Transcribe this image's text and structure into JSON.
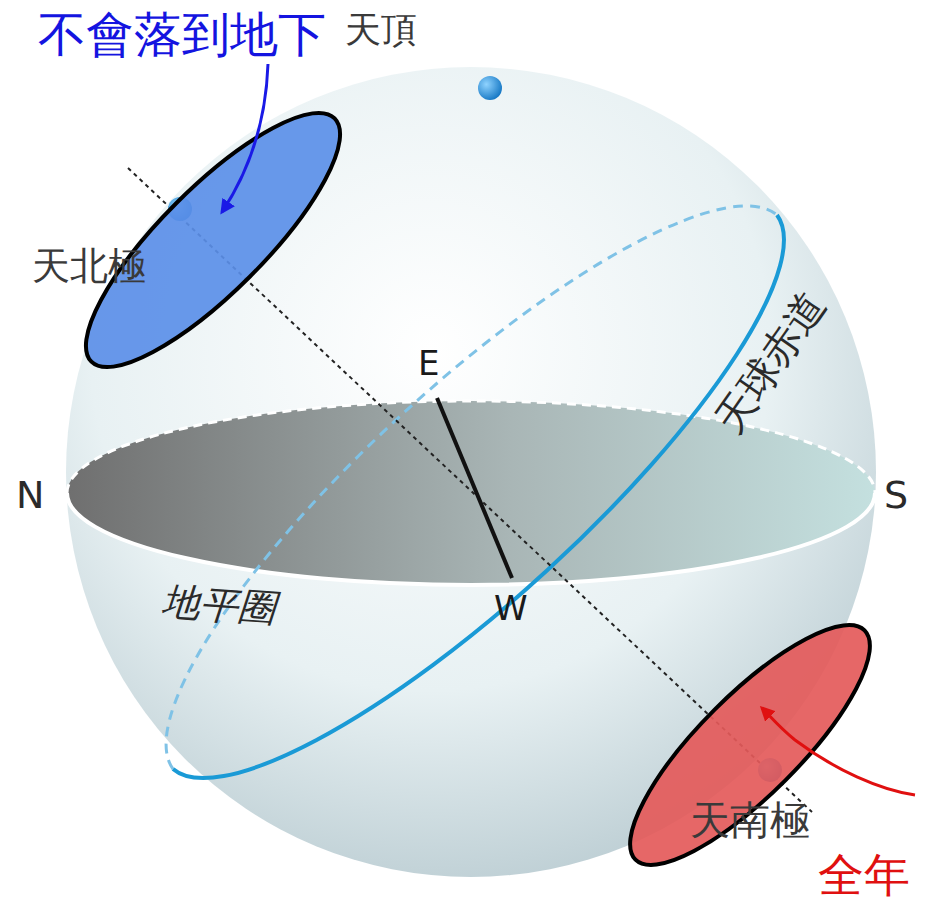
{
  "diagram": {
    "labels": [
      "不會落到地下",
      "天頂",
      "天北極",
      "E",
      "天球赤道",
      "N",
      "S",
      "地平圈",
      "W",
      "天南極",
      "全年"
    ]
  }
}
